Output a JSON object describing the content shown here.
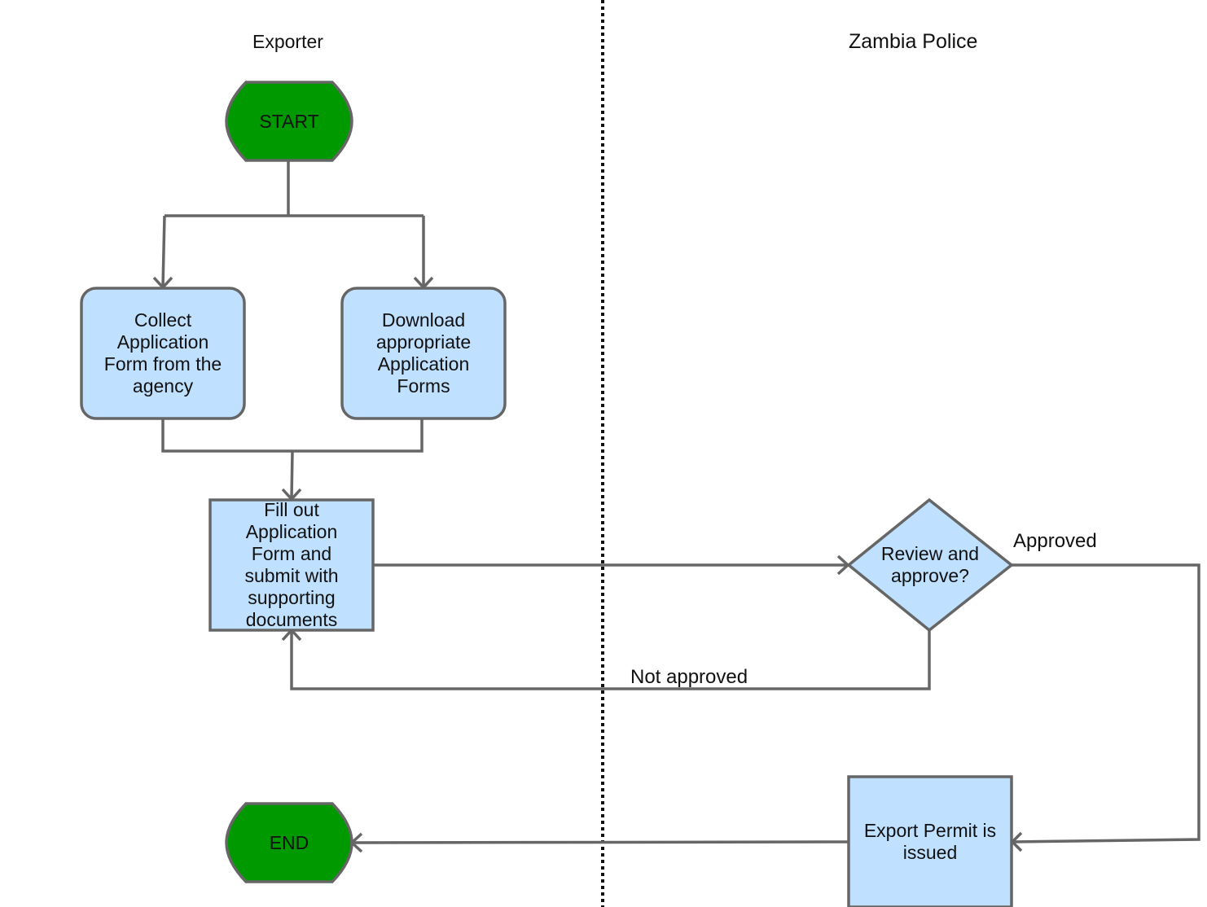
{
  "lanes": {
    "left_title": "Exporter",
    "right_title": "Zambia Police"
  },
  "nodes": {
    "start": "START",
    "collect": "Collect\nApplication\nForm from the\nagency",
    "download": "Download\nappropriate\nApplication\nForms",
    "fill": "Fill out\nApplication\nForm and\nsubmit with\nsupporting\ndocuments",
    "review": "Review and\napprove?",
    "permit": "Export Permit is\nissued",
    "end": "END"
  },
  "edges": {
    "approved": "Approved",
    "not_approved": "Not approved"
  },
  "colors": {
    "terminal_fill": "#009900",
    "process_fill": "#bfe0ff",
    "stroke": "#666666",
    "divider": "#111111"
  }
}
